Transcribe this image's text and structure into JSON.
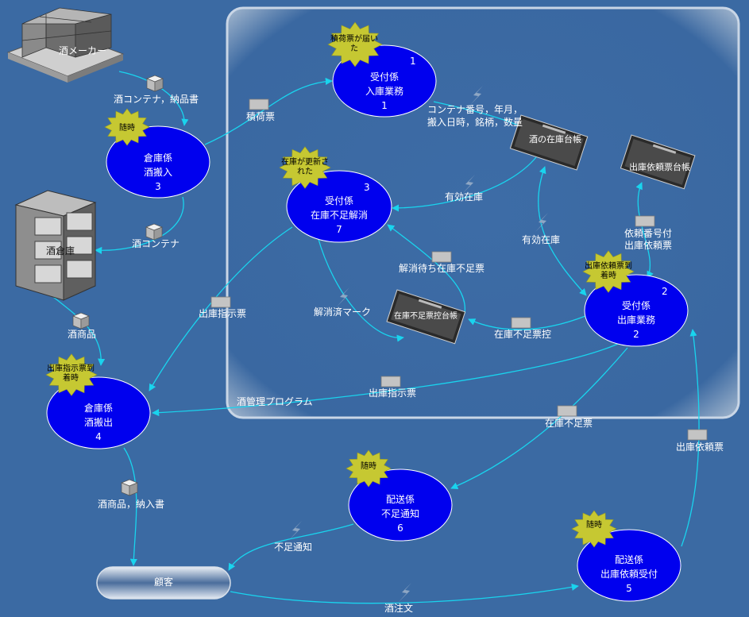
{
  "system_title": "酒管理プログラム",
  "processes": [
    {
      "id": "p1",
      "role": "受付係",
      "task": "入庫業務",
      "num": "1",
      "corner": "1",
      "trigger": "積荷票が届いた"
    },
    {
      "id": "p2",
      "role": "受付係",
      "task": "出庫業務",
      "num": "2",
      "corner": "2",
      "trigger": "出庫依頼票到着時"
    },
    {
      "id": "p3",
      "role": "倉庫係",
      "task": "酒搬入",
      "num": "3",
      "corner": "",
      "trigger": "随時"
    },
    {
      "id": "p7",
      "role": "受付係",
      "task": "在庫不足解消",
      "num": "7",
      "corner": "3",
      "trigger": "在庫が更新された"
    },
    {
      "id": "p4",
      "role": "倉庫係",
      "task": "酒搬出",
      "num": "4",
      "corner": "",
      "trigger": "出庫指示票到着時"
    },
    {
      "id": "p6",
      "role": "配送係",
      "task": "不足通知",
      "num": "6",
      "corner": "",
      "trigger": "随時"
    },
    {
      "id": "p5",
      "role": "配送係",
      "task": "出庫依頼受付",
      "num": "5",
      "corner": "",
      "trigger": "随時"
    }
  ],
  "entities": {
    "maker": "酒メーカー",
    "warehouse": "酒倉庫",
    "customer": "顧客"
  },
  "ledgers": {
    "stock": "酒の在庫台帳",
    "request": "出庫依頼票台帳",
    "shortage": "在庫不足票控台帳"
  },
  "flows": {
    "container_delivery": "酒コンテナ，納品書",
    "cargo_slip": "積荷票",
    "container": "酒コンテナ",
    "container_info_1": "コンテナ番号，年月，",
    "container_info_2": "搬入日時，銘柄，数量",
    "valid_stock_1": "有効在庫",
    "valid_stock_2": "有効在庫",
    "request_1": "依頼番号付",
    "request_2": "出庫依頼票",
    "pending_shortage": "解消待ち在庫不足票",
    "resolved_mark": "解消済マーク",
    "shortage_copy": "在庫不足票控",
    "ship_instruction_1": "出庫指示票",
    "ship_instruction_2": "出庫指示票",
    "product": "酒商品",
    "product_invoice": "酒商品，納入書",
    "shortage_slip": "在庫不足票",
    "ship_request": "出庫依頼票",
    "shortage_notice": "不足通知",
    "order": "酒注文"
  }
}
